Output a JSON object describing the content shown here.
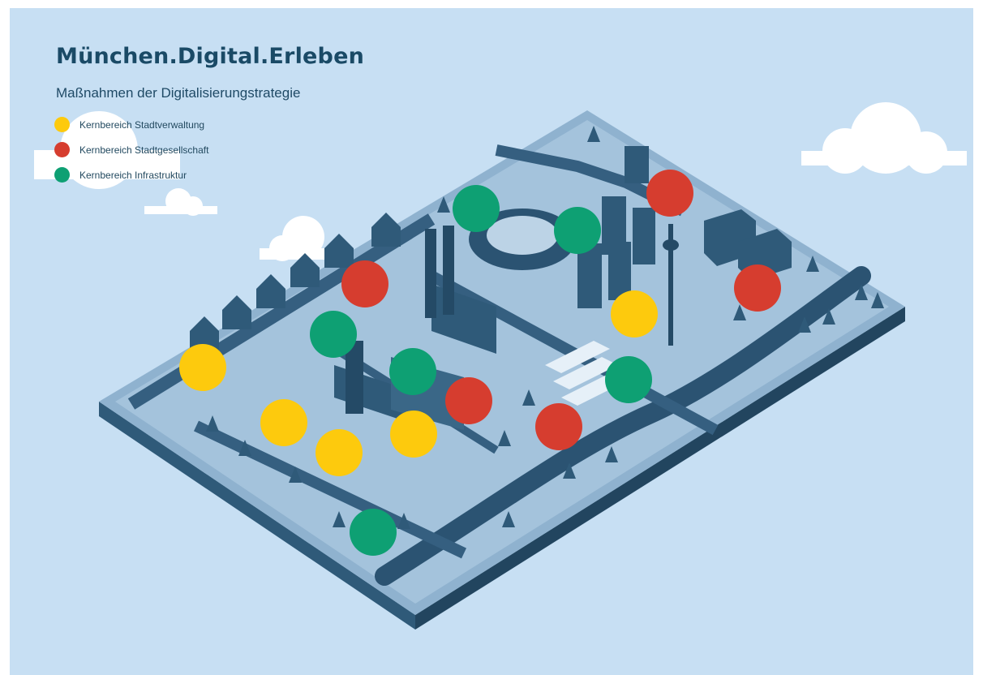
{
  "header": {
    "title": "München.Digital.Erleben",
    "subtitle": "Maßnahmen der Digitalisierungstrategie"
  },
  "legend": [
    {
      "label": "Kernbereich Stadtverwaltung",
      "color": "#fdca0d"
    },
    {
      "label": "Kernbereich Stadtgesellschaft",
      "color": "#d63d2f"
    },
    {
      "label": "Kernbereich Infrastruktur",
      "color": "#0ea073"
    }
  ],
  "colors": {
    "background": "#c7dff3",
    "title": "#1a4a66",
    "map_dark": "#2c5574",
    "map_light": "#8fb2cf"
  },
  "map": {
    "icon": "isometric-city-map-illustration",
    "markers": [
      {
        "category": "Kernbereich Infrastruktur"
      },
      {
        "category": "Kernbereich Infrastruktur"
      },
      {
        "category": "Kernbereich Stadtgesellschaft"
      },
      {
        "category": "Kernbereich Stadtgesellschaft"
      },
      {
        "category": "Kernbereich Stadtgesellschaft"
      },
      {
        "category": "Kernbereich Stadtverwaltung"
      },
      {
        "category": "Kernbereich Infrastruktur"
      },
      {
        "category": "Kernbereich Stadtverwaltung"
      },
      {
        "category": "Kernbereich Infrastruktur"
      },
      {
        "category": "Kernbereich Infrastruktur"
      },
      {
        "category": "Kernbereich Stadtgesellschaft"
      },
      {
        "category": "Kernbereich Stadtverwaltung"
      },
      {
        "category": "Kernbereich Stadtverwaltung"
      },
      {
        "category": "Kernbereich Stadtverwaltung"
      },
      {
        "category": "Kernbereich Stadtgesellschaft"
      },
      {
        "category": "Kernbereich Infrastruktur"
      }
    ]
  }
}
